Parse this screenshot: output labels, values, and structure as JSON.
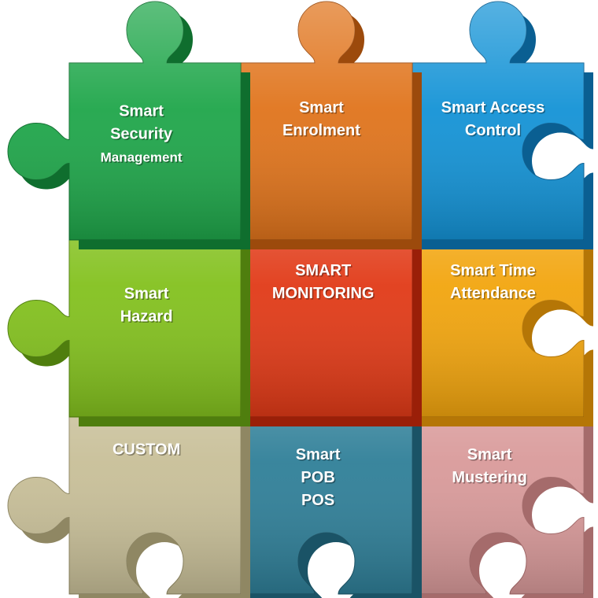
{
  "pieces": [
    {
      "id": "smart-security-management",
      "lines": [
        "Smart",
        "Security",
        "Management"
      ],
      "color": "#1fa64a",
      "dark": "#0f6e2e"
    },
    {
      "id": "smart-enrolment",
      "lines": [
        "Smart",
        "Enrolment"
      ],
      "color": "#e0741c",
      "dark": "#9c4a0c"
    },
    {
      "id": "smart-access-control",
      "lines": [
        "Smart Access",
        "Control"
      ],
      "color": "#1493d6",
      "dark": "#0a5f92"
    },
    {
      "id": "smart-hazard",
      "lines": [
        "Smart",
        "Hazard"
      ],
      "color": "#83c11e",
      "dark": "#4f7e0e"
    },
    {
      "id": "smart-monitoring",
      "lines": [
        "SMART",
        "MONITORING"
      ],
      "color": "#e13a17",
      "dark": "#9a1f08"
    },
    {
      "id": "smart-time-attendance",
      "lines": [
        "Smart Time",
        "Attendance"
      ],
      "color": "#f2a50e",
      "dark": "#b57606"
    },
    {
      "id": "custom",
      "lines": [
        "CUSTOM"
      ],
      "color": "#c8bf98",
      "dark": "#8f8763"
    },
    {
      "id": "smart-pob-pos",
      "lines": [
        "Smart",
        "POB",
        "POS"
      ],
      "color": "#2f7f98",
      "dark": "#1a5366"
    },
    {
      "id": "smart-mustering",
      "lines": [
        "Smart",
        "Mustering"
      ],
      "color": "#d99a9a",
      "dark": "#a56b6b"
    }
  ]
}
